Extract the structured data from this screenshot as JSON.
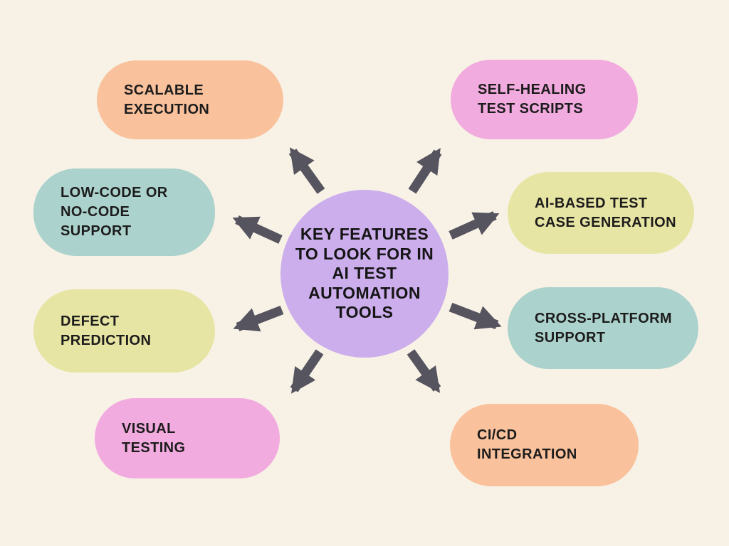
{
  "colors": {
    "background": "#f8f2e6",
    "arrow": "#55545f",
    "text": "#1d1c1c",
    "center_purple": "#ccaeed",
    "peach": "#f9c29c",
    "pink": "#f2abdf",
    "teal": "#abd2cc",
    "yellow": "#e7e5a4"
  },
  "center": {
    "label": "KEY FEATURES\nTO LOOK FOR IN\nAI TEST\nAUTOMATION\nTOOLS",
    "color": "#ccaeed"
  },
  "features": [
    {
      "id": "scalable-execution",
      "label": "SCALABLE\nEXECUTION",
      "color": "#f9c29c",
      "position": "top-left"
    },
    {
      "id": "self-healing-test-scripts",
      "label": "SELF-HEALING\nTEST SCRIPTS",
      "color": "#f2abdf",
      "position": "top-right"
    },
    {
      "id": "low-code-or-no-code-support",
      "label": "LOW-CODE OR\nNO-CODE\nSUPPORT",
      "color": "#abd2cc",
      "position": "mid-left-upper"
    },
    {
      "id": "ai-based-test-case-generation",
      "label": "AI-BASED TEST\nCASE GENERATION",
      "color": "#e7e5a4",
      "position": "mid-right-upper"
    },
    {
      "id": "defect-prediction",
      "label": "DEFECT\nPREDICTION",
      "color": "#e7e5a4",
      "position": "mid-left-lower"
    },
    {
      "id": "cross-platform-support",
      "label": "CROSS-PLATFORM\nSUPPORT",
      "color": "#abd2cc",
      "position": "mid-right-lower"
    },
    {
      "id": "visual-testing",
      "label": "VISUAL\nTESTING",
      "color": "#f2abdf",
      "position": "bottom-left"
    },
    {
      "id": "ci-cd-integration",
      "label": "CI/CD\nINTEGRATION",
      "color": "#f9c29c",
      "position": "bottom-right"
    }
  ]
}
